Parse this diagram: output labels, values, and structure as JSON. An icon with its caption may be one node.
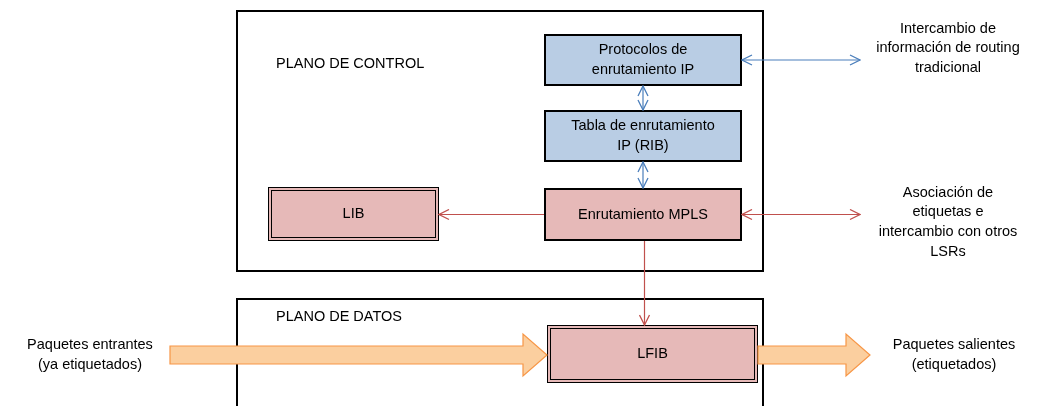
{
  "diagram": {
    "nodes": [
      {
        "text": [
          "PLANO DE CONTROL"
        ]
      },
      {
        "text": [
          "Protocolos de enrutamiento IP"
        ],
        "in": 0
      },
      {
        "text": [
          "Tabla de enrutamiento IP (RIB)"
        ],
        "in": 0
      },
      {
        "text": [
          "Enrutamiento MPLS"
        ],
        "in": 0
      },
      {
        "text": [
          "LIB"
        ],
        "in": 0
      },
      {
        "text": [
          "Intercambio de información de routing tradicional"
        ]
      },
      {
        "text": [
          "Asociación de etiquetas e intercambio con otros LSRs"
        ]
      },
      {
        "text": [
          "PLANO DE DATOS"
        ]
      },
      {
        "text": [
          "LFIB"
        ],
        "in": 7
      },
      {
        "text": [
          "Paquetes entrantes (ya etiquetados)"
        ]
      },
      {
        "text": [
          "Paquetes salientes (etiquetados)"
        ]
      }
    ],
    "edges": [
      {
        "from": 1,
        "to": 5,
        "arrow": "both",
        "color": "#4a7ebb"
      },
      {
        "from": 1,
        "to": 2,
        "arrow": "both",
        "color": "#4a7ebb"
      },
      {
        "from": 2,
        "to": 3,
        "arrow": "both",
        "color": "#4a7ebb"
      },
      {
        "from": 3,
        "to": 4,
        "arrow": "to",
        "color": "#c0504d"
      },
      {
        "from": 3,
        "to": 6,
        "arrow": "both",
        "color": "#c0504d"
      },
      {
        "from": 3,
        "to": 8,
        "arrow": "to",
        "color": "#c0504d"
      },
      {
        "from": 9,
        "to": 8,
        "arrow": "to",
        "style": "thick",
        "color": "#f79646"
      },
      {
        "from": 8,
        "to": 10,
        "arrow": "to",
        "style": "thick",
        "color": "#f79646"
      }
    ]
  }
}
